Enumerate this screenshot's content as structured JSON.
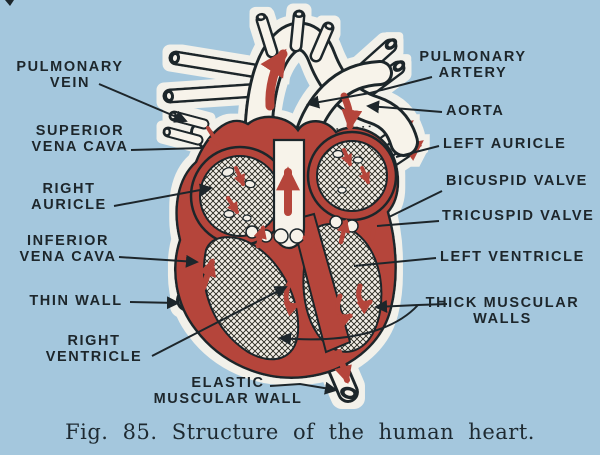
{
  "figure": {
    "caption": "Fig. 85. Structure of the human heart."
  },
  "colors": {
    "background": "#a4c7dd",
    "ink": "#1d262b",
    "blood_red": "#b5453a",
    "vessel_white": "#f7f3ea",
    "halo_white": "#f2f1ea"
  },
  "labels": {
    "left": [
      {
        "id": "pulmonary-vein",
        "lines": [
          "PULMONARY",
          "VEIN"
        ]
      },
      {
        "id": "superior-vena-cava",
        "lines": [
          "SUPERIOR",
          "VENA CAVA"
        ]
      },
      {
        "id": "right-auricle",
        "lines": [
          "RIGHT",
          "AURICLE"
        ]
      },
      {
        "id": "inferior-vena-cava",
        "lines": [
          "INFERIOR",
          "VENA CAVA"
        ]
      },
      {
        "id": "thin-wall",
        "lines": [
          "THIN WALL"
        ]
      },
      {
        "id": "right-ventricle",
        "lines": [
          "RIGHT",
          "VENTRICLE"
        ]
      },
      {
        "id": "elastic-muscular-wall",
        "lines": [
          "ELASTIC",
          "MUSCULAR WALL"
        ]
      }
    ],
    "right": [
      {
        "id": "pulmonary-artery",
        "lines": [
          "PULMONARY",
          "ARTERY"
        ]
      },
      {
        "id": "aorta",
        "lines": [
          "AORTA"
        ]
      },
      {
        "id": "left-auricle",
        "lines": [
          "LEFT AURICLE"
        ]
      },
      {
        "id": "bicuspid-valve",
        "lines": [
          "BICUSPID VALVE"
        ]
      },
      {
        "id": "tricuspid-valve",
        "lines": [
          "TRICUSPID VALVE"
        ]
      },
      {
        "id": "left-ventricle",
        "lines": [
          "LEFT VENTRICLE"
        ]
      },
      {
        "id": "thick-muscular-walls",
        "lines": [
          "THICK MUSCULAR",
          "WALLS"
        ]
      }
    ]
  }
}
